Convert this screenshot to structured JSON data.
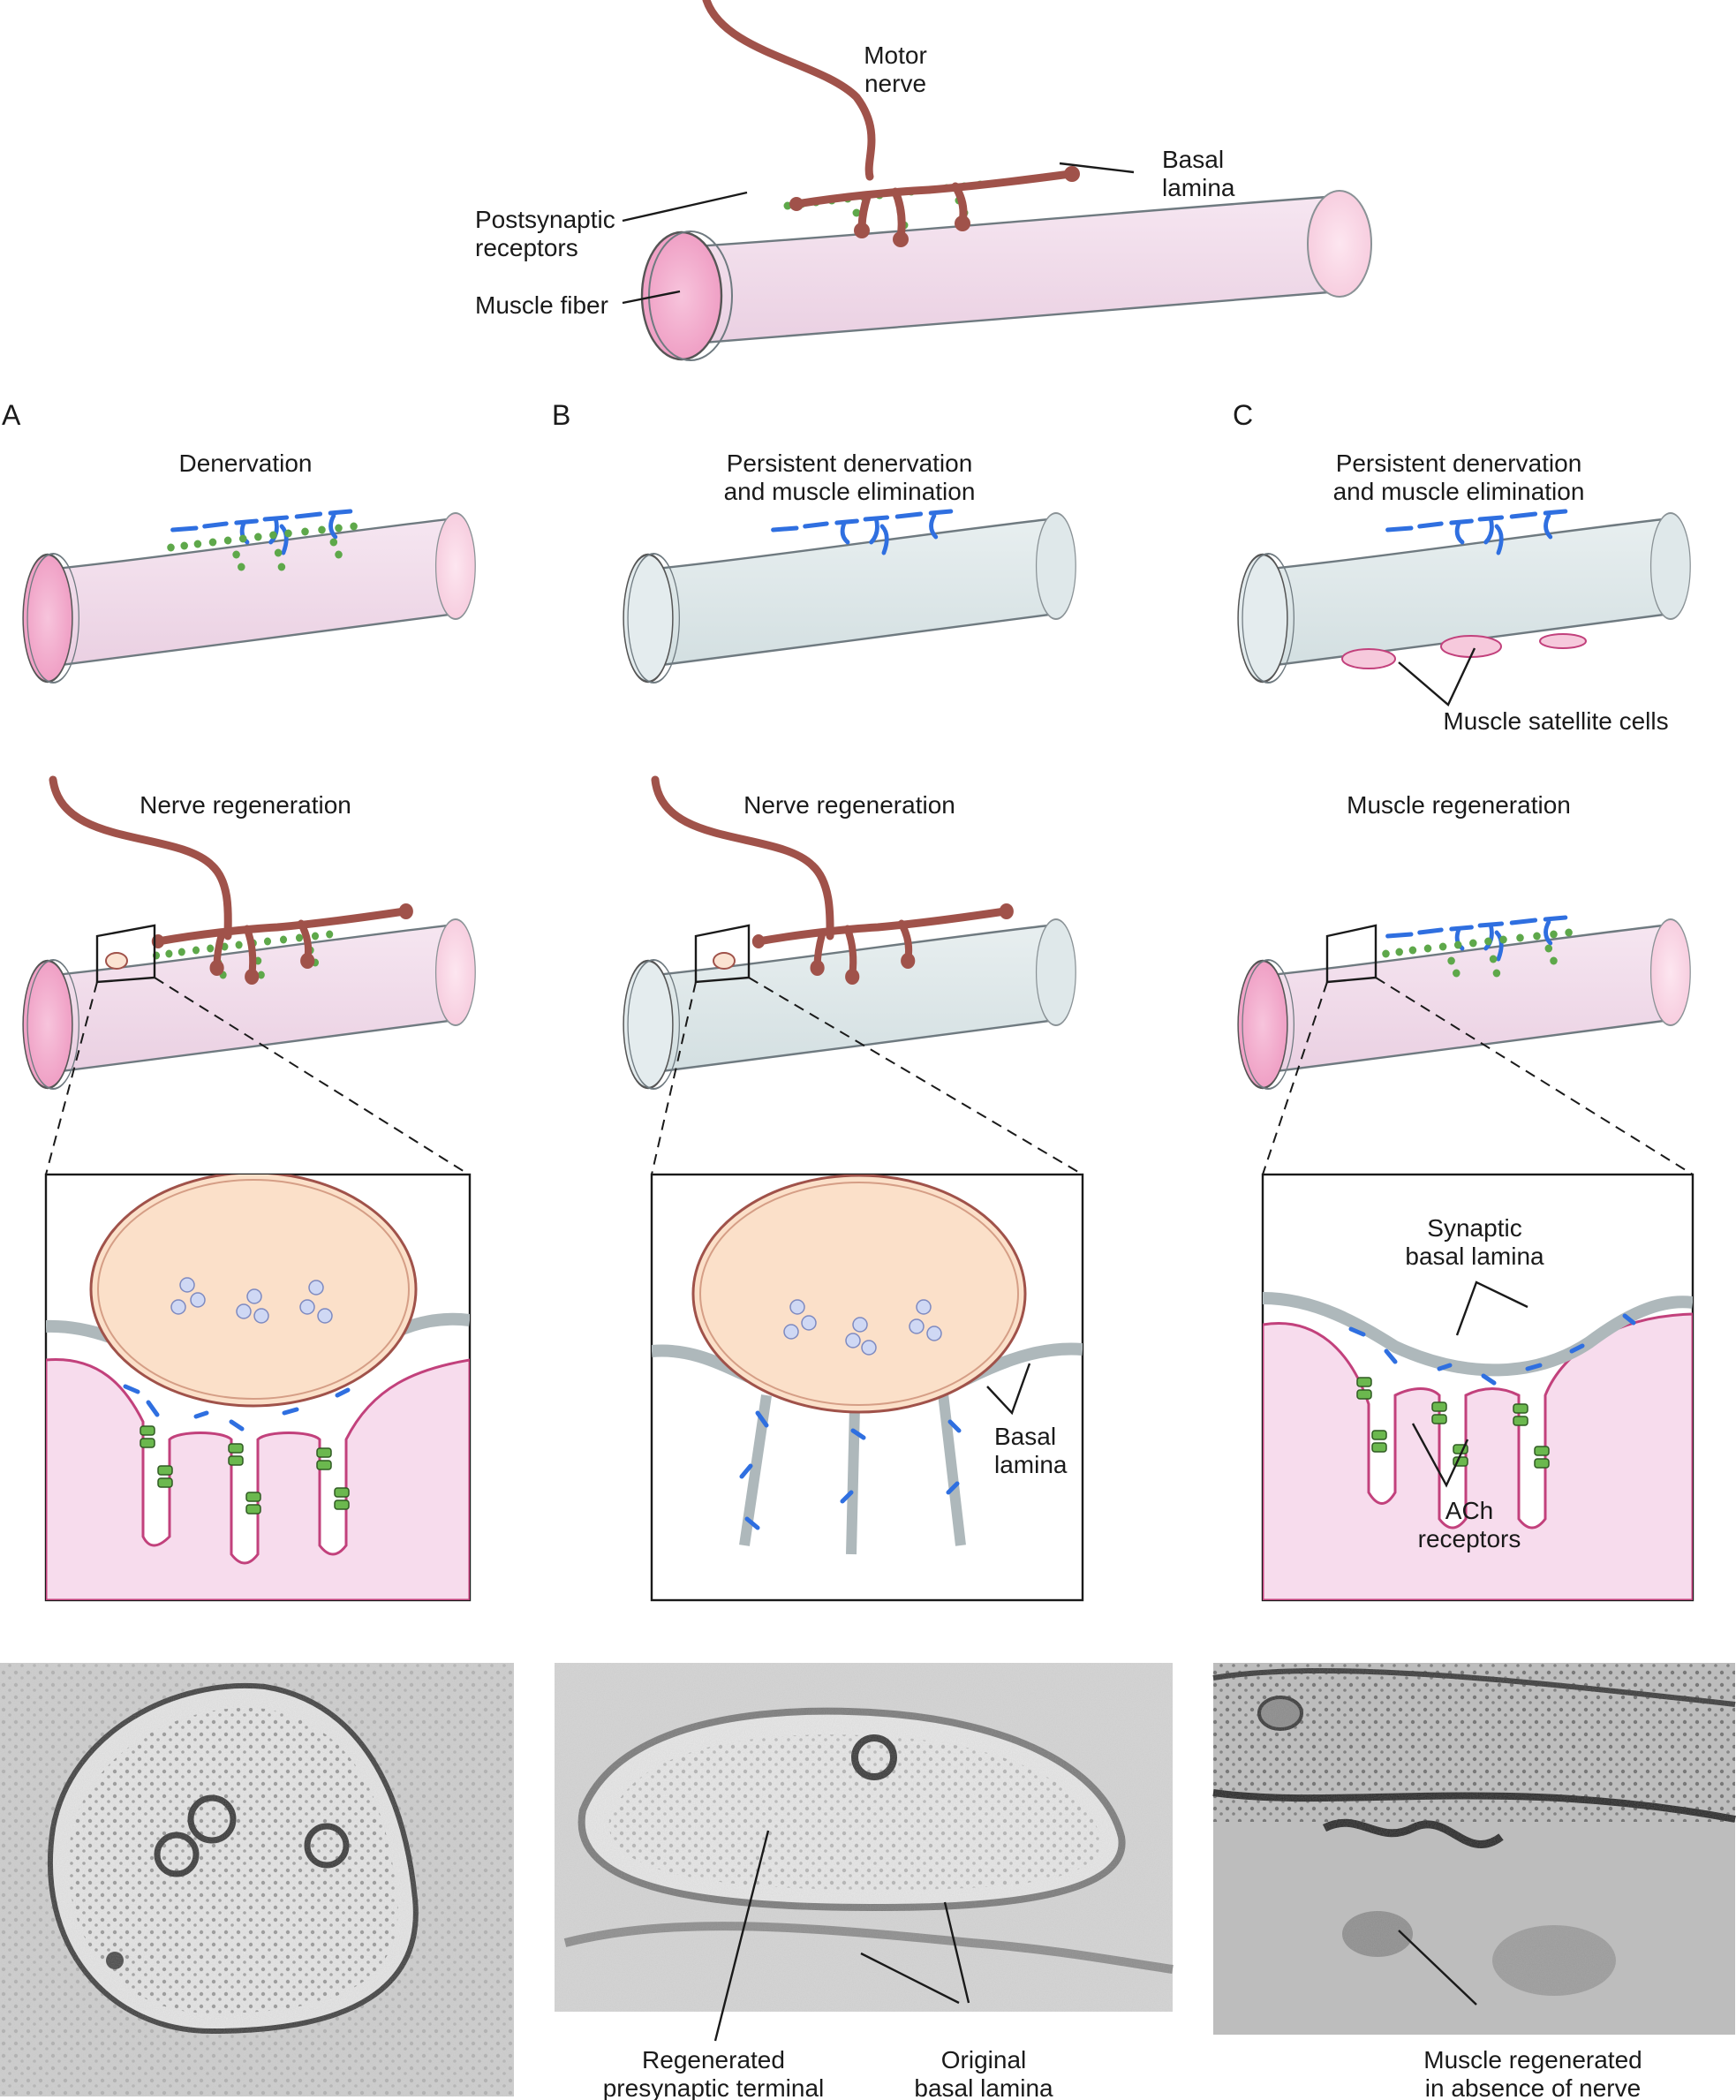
{
  "colors": {
    "nerve": "#a0524a",
    "receptor": "#5ea84a",
    "lamina_marker": "#2f6fe0",
    "muscle": "#f3dced",
    "muscle_end": "#f2a9cb",
    "lamina_sheath": "#dde6e8",
    "terminal": "#fbe3d2"
  },
  "top": {
    "motor_nerve": [
      "Motor",
      "nerve"
    ],
    "basal_lamina": [
      "Basal",
      "lamina"
    ],
    "postsynaptic_receptors": [
      "Postsynaptic",
      "receptors"
    ],
    "muscle_fiber": "Muscle fiber"
  },
  "panels": [
    {
      "letter": "A",
      "stage1": [
        "Denervation"
      ],
      "stage2": "Nerve regeneration",
      "micrograph_caption": []
    },
    {
      "letter": "B",
      "stage1": [
        "Persistent denervation",
        "and muscle elimination"
      ],
      "stage2": "Nerve regeneration",
      "detail_label": [
        "Basal",
        "lamina"
      ],
      "micrograph_caption": [
        "Regenerated",
        "presynaptic terminal"
      ],
      "micrograph_caption2": [
        "Original",
        "basal lamina"
      ]
    },
    {
      "letter": "C",
      "stage1": [
        "Persistent denervation",
        "and muscle elimination"
      ],
      "satellite_label": "Muscle satellite cells",
      "stage2": "Muscle regeneration",
      "detail_label_top": [
        "Synaptic",
        "basal lamina"
      ],
      "detail_label_bottom": [
        "ACh",
        "receptors"
      ],
      "micrograph_caption": [
        "Muscle regenerated",
        "in absence of nerve"
      ]
    }
  ]
}
